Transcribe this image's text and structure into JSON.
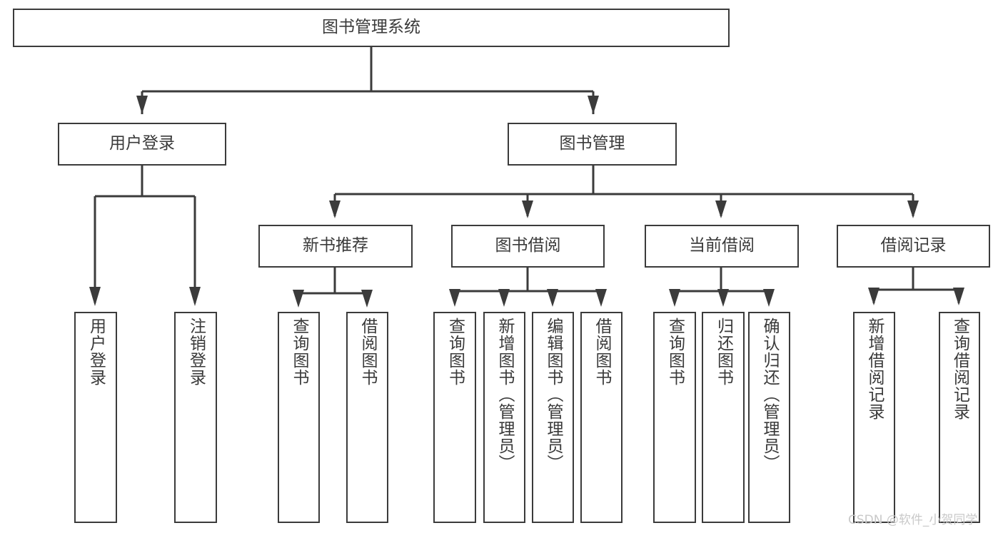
{
  "diagram": {
    "title": "图书管理系统",
    "type": "tree",
    "watermark": "CSDN @软件_小贺同学",
    "colors": {
      "box_border": "#3b3b3b",
      "box_fill": "#ffffff",
      "text": "#3a3a3a",
      "connector": "#3b3b3b",
      "watermark": "#c9c9c9",
      "background": "#ffffff"
    },
    "root": {
      "label": "图书管理系统"
    },
    "level2": [
      {
        "label": "用户登录"
      },
      {
        "label": "图书管理"
      }
    ],
    "level3": [
      {
        "label": "新书推荐"
      },
      {
        "label": "图书借阅"
      },
      {
        "label": "当前借阅"
      },
      {
        "label": "借阅记录"
      }
    ],
    "leaves": {
      "user_login": [
        {
          "label": "用户登录"
        },
        {
          "label": "注销登录"
        }
      ],
      "new_book_recommend": [
        {
          "label": "查询图书"
        },
        {
          "label": "借阅图书"
        }
      ],
      "book_borrow": [
        {
          "label": "查询图书"
        },
        {
          "label": "新增图书（管理员）"
        },
        {
          "label": "编辑图书（管理员）"
        },
        {
          "label": "借阅图书"
        }
      ],
      "current_borrow": [
        {
          "label": "查询图书"
        },
        {
          "label": "归还图书"
        },
        {
          "label": "确认归还（管理员）"
        }
      ],
      "borrow_record": [
        {
          "label": "新增借阅记录"
        },
        {
          "label": "查询借阅记录"
        }
      ]
    }
  }
}
